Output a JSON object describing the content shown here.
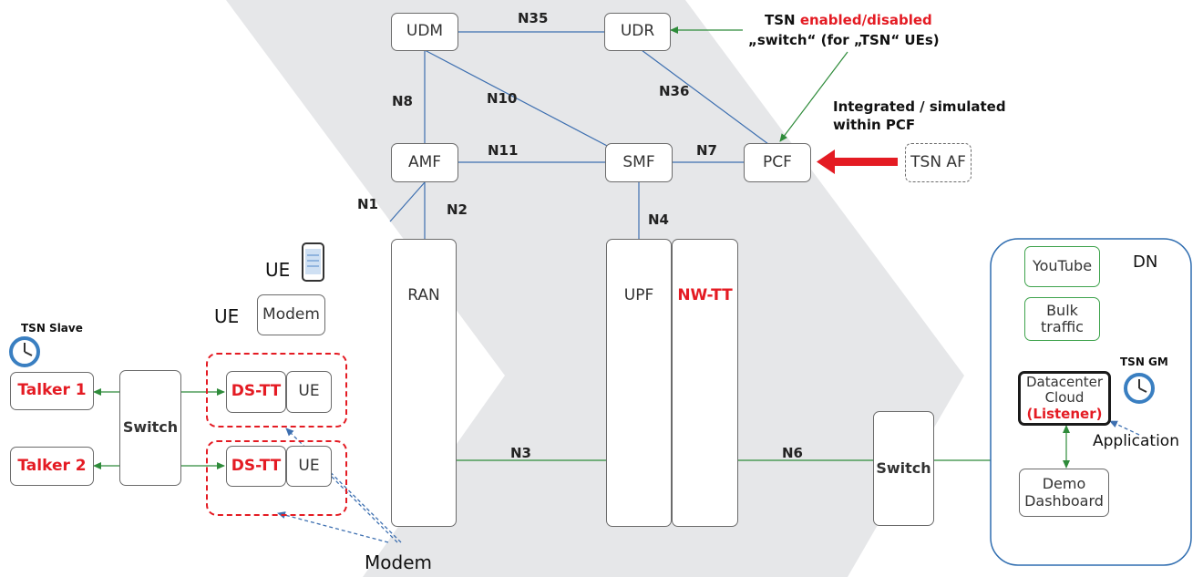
{
  "nodes": {
    "udm": "UDM",
    "udr": "UDR",
    "amf": "AMF",
    "smf": "SMF",
    "pcf": "PCF",
    "tsn_af": "TSN AF",
    "ran": "RAN",
    "upf": "UPF",
    "nw_tt": "NW-TT",
    "modem_box": "Modem",
    "ds_tt_1": "DS-TT",
    "ue_1": "UE",
    "ds_tt_2": "DS-TT",
    "ue_2": "UE",
    "switch_left": "Switch",
    "switch_right": "Switch",
    "talker_1": "Talker 1",
    "talker_2": "Talker 2",
    "youtube": "YouTube",
    "bulk_traffic": "Bulk traffic",
    "datacenter": "Datacenter Cloud",
    "listener": "(Listener)",
    "demo_dashboard": "Demo Dashboard",
    "dn": "DN"
  },
  "interfaces": {
    "n35": "N35",
    "n8": "N8",
    "n10": "N10",
    "n36": "N36",
    "n11": "N11",
    "n7": "N7",
    "n1": "N1",
    "n2": "N2",
    "n4": "N4",
    "n3": "N3",
    "n6": "N6"
  },
  "annotations": {
    "tsn_word": "TSN",
    "tsn_enabled": "enabled/disabled",
    "tsn_switch": "„switch“ (for „TSN“ UEs)",
    "integrated": "Integrated / simulated",
    "within_pcf": "within PCF",
    "ue_phone": "UE",
    "ue_modem": "UE",
    "tsn_slave": "TSN Slave",
    "tsn_gm": "TSN GM",
    "application": "Application",
    "modem": "Modem"
  },
  "colors": {
    "accent_red": "#e41b23",
    "link_blue": "#3d6fb0",
    "link_green": "#2e8b3a",
    "chevron_gray": "#e6e7e9",
    "dn_border": "#2f6db0",
    "clock_blue": "#3a7fc1"
  },
  "icons": [
    "phone-icon",
    "clock-icon"
  ]
}
